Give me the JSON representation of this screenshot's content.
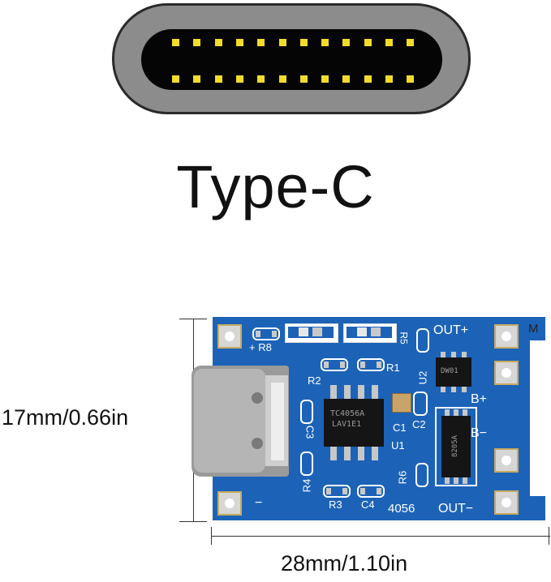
{
  "heading": "Type-C",
  "dimensions": {
    "height_label": "17mm/0.66in",
    "width_label": "28mm/1.10in"
  },
  "board_labels": {
    "m": "M",
    "out_plus": "OUT+",
    "b_plus": "B+",
    "b_minus": "B−",
    "out_minus": "OUT−",
    "model": "4056",
    "minus": "−",
    "r8": "+ R8",
    "r1": "R1",
    "r2": "R2",
    "r3": "R3",
    "r4": "R4",
    "r5": "R5",
    "r6": "R6",
    "c1": "C1",
    "c2": "C2",
    "c3": "C3",
    "c4": "C4",
    "u1": "U1",
    "u2": "U2"
  },
  "chip_markings": {
    "main": [
      "TC4056A",
      "LAV1E1"
    ],
    "u2": [
      "DW01"
    ],
    "mosfet": [
      "8205A"
    ]
  },
  "colors": {
    "pcb": "#1c63b8",
    "pin": "#f2dc2a",
    "connector": "#8c8c8c"
  }
}
